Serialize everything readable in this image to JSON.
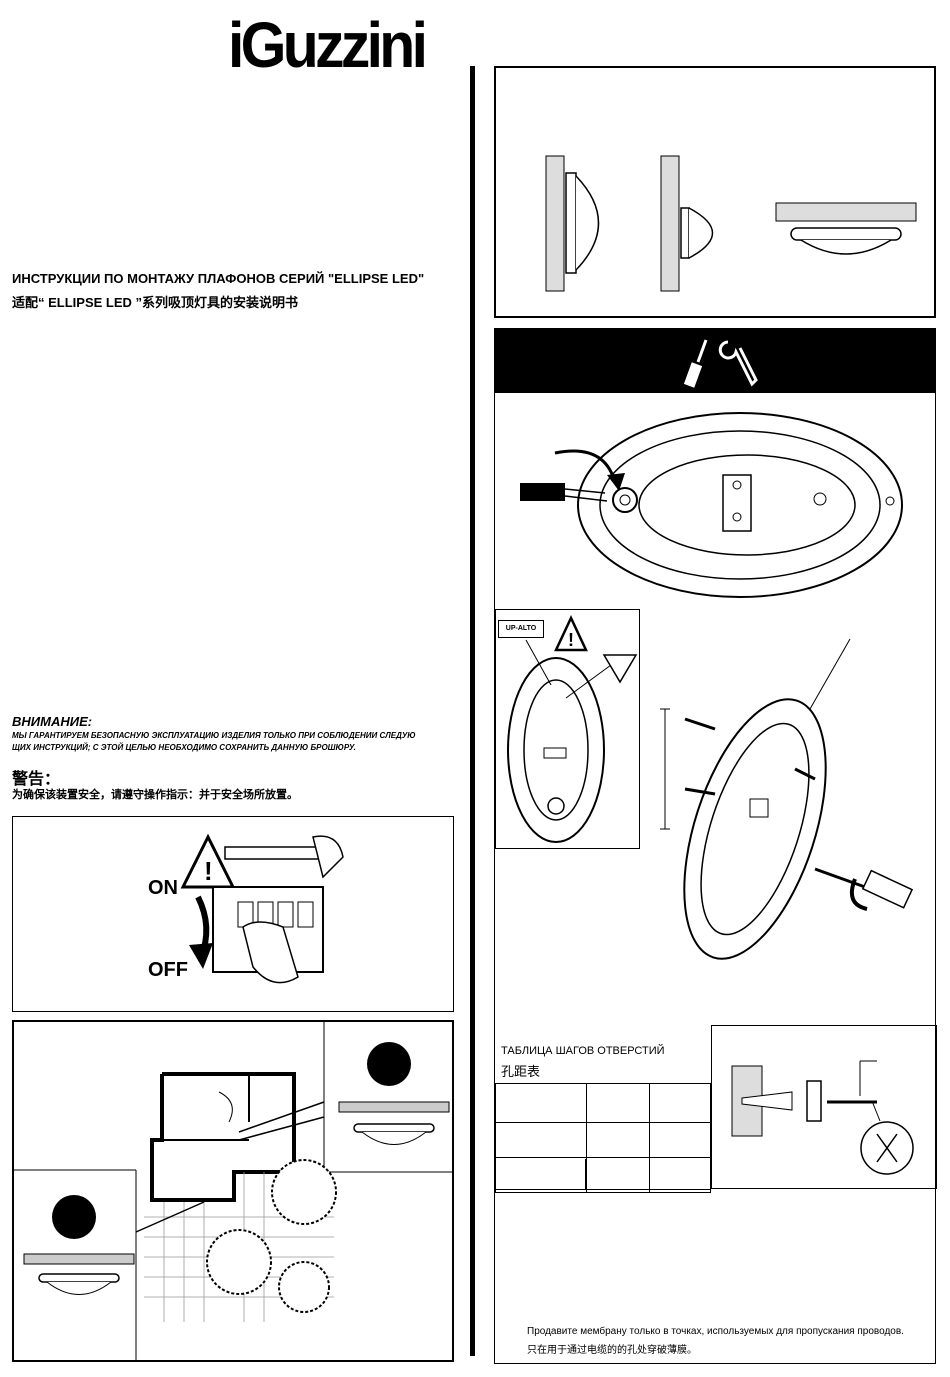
{
  "brand": {
    "logo": "iGuzzini"
  },
  "intro": {
    "title_ru": "ИНСТРУКЦИИ ПО МОНТАЖУ ПЛАФОНОВ СЕРИЙ \"ELLIPSE LED\"",
    "title_cn": "适配“ ELLIPSE LED ”系列吸顶灯具的安装说明书"
  },
  "warning": {
    "heading_ru": "ВНИМАНИЕ:",
    "text_ru_1": "МЫ ГАРАНТИРУЕМ БЕЗОПАСНУЮ ЭКСПЛУАТАЦИЮ ИЗДЕЛИЯ ТОЛЬКО ПРИ СОБЛЮДЕНИИ СЛЕДУЮ",
    "text_ru_2": "ЩИХ ИНСТРУКЦИЙ; С ЭТОЙ ЦЕЛЬЮ НЕОБХОДИМО СОХРАНИТЬ ДАННУЮ БРОШЮРУ.",
    "heading_cn": "警告：",
    "text_cn": "为确保该装置安全，请遵守操作指示：并于安全场所放置。"
  },
  "switch_panel": {
    "on_label": "ON",
    "off_label": "OFF"
  },
  "up_label": "UP-ALTO",
  "hole_table": {
    "title_ru": "ТАБЛИЦА ШАГОВ ОТВЕРСТИЙ",
    "title_cn": "孔距表"
  },
  "membrane_note": {
    "ru": "Продавите мембрану только в точках, используемых для пропускания проводов.",
    "cn": "只在用于通过电缆的的孔处穿破薄膜。"
  }
}
